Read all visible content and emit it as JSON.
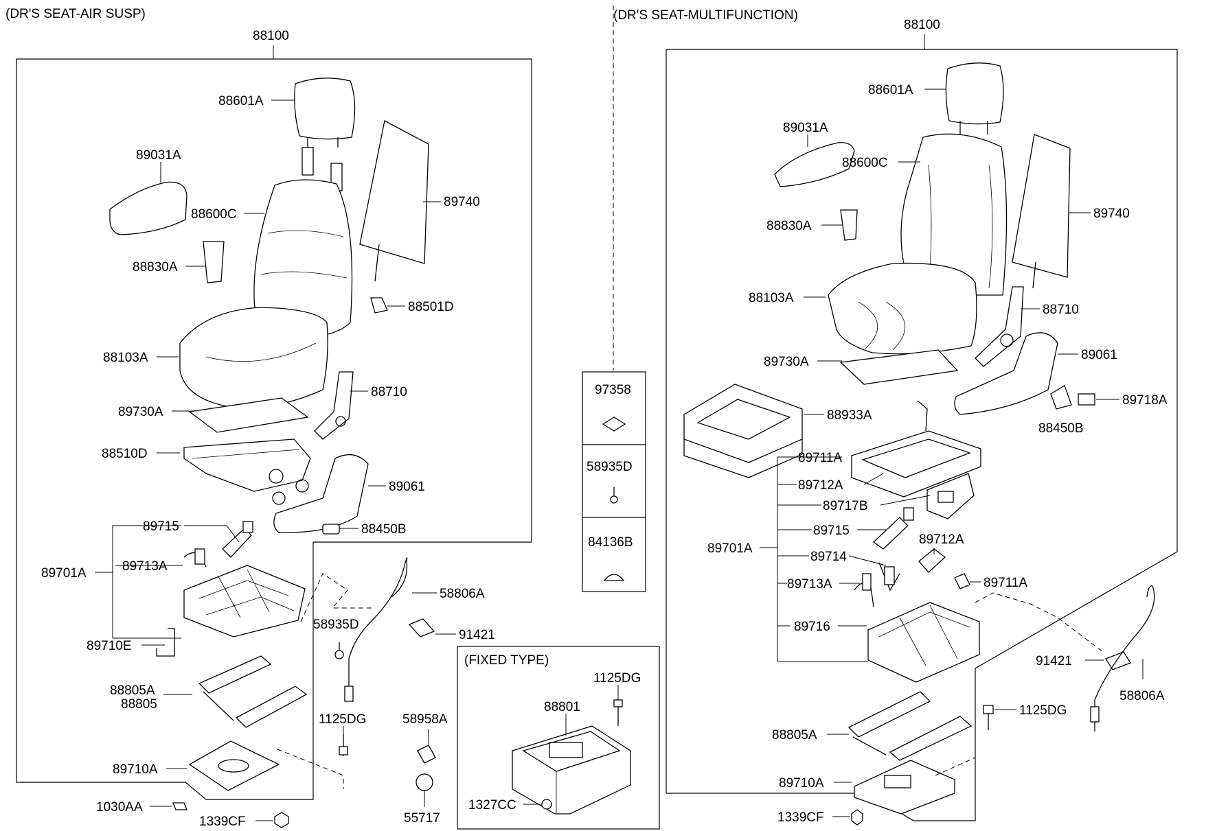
{
  "left_section": {
    "title": "(DR'S SEAT-AIR SUSP)",
    "assembly": "88100",
    "labels": {
      "headrest": "88601A",
      "armrest": "89031A",
      "back_frame": "88600C",
      "back_board": "89740",
      "buckle": "88830A",
      "knob": "88501D",
      "cushion": "88103A",
      "recliner": "88710",
      "cushion_pad": "89730A",
      "cushion_frame": "88510D",
      "shield": "89061",
      "shield_cover": "88450B",
      "damper": "89715",
      "susp_assy": "89701A",
      "harness": "89713A",
      "cable": "58806A",
      "clip_a": "58935D",
      "pad": "91421",
      "bracket_e": "89710E",
      "rail_a": "88805A",
      "rail": "88805",
      "bolt": "1125DG",
      "elbow": "58958A",
      "base_plate": "89710A",
      "cap": "55717",
      "clip_b": "1030AA",
      "nut": "1339CF"
    }
  },
  "middle_section": {
    "items": [
      "97358",
      "58935D",
      "84136B"
    ],
    "fixed_type": {
      "title": "(FIXED TYPE)",
      "bolt": "1125DG",
      "pedestal": "88801",
      "nut": "1327CC"
    }
  },
  "right_section": {
    "title": "(DR'S SEAT-MULTIFUNCTION)",
    "assembly": "88100",
    "labels": {
      "headrest": "88601A",
      "armrest": "89031A",
      "back_frame": "88600C",
      "back_board": "89740",
      "buckle": "88830A",
      "cushion": "88103A",
      "recliner": "88710",
      "cushion_pad": "89730A",
      "shield": "89061",
      "tray": "88933A",
      "cover": "88450B",
      "knob": "89718A",
      "frame_a": "89711A",
      "frame_b": "89712A",
      "motor": "89717B",
      "damper": "89715",
      "susp_assy": "89701A",
      "side_bracket": "89712A",
      "link": "89714",
      "side_link": "89711A",
      "harness": "89713A",
      "base": "89716",
      "pad": "91421",
      "cable": "58806A",
      "bolt": "1125DG",
      "rail_a": "88805A",
      "base_plate": "89710A",
      "nut": "1339CF"
    }
  }
}
